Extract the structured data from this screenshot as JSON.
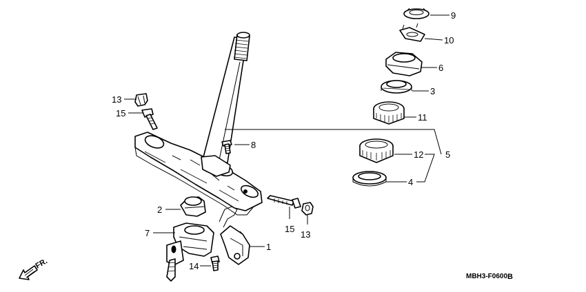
{
  "diagram_code": "MBH3-F0600",
  "diagram_suffix": "B",
  "direction_label": "FR.",
  "callouts": {
    "c1": "1",
    "c2": "2",
    "c3": "3",
    "c4": "4",
    "c5": "5",
    "c6": "6",
    "c7": "7",
    "c8": "8",
    "c9": "9",
    "c10": "10",
    "c11": "11",
    "c12": "12",
    "c13a": "13",
    "c13b": "13",
    "c14": "14",
    "c15a": "15",
    "c15b": "15"
  }
}
